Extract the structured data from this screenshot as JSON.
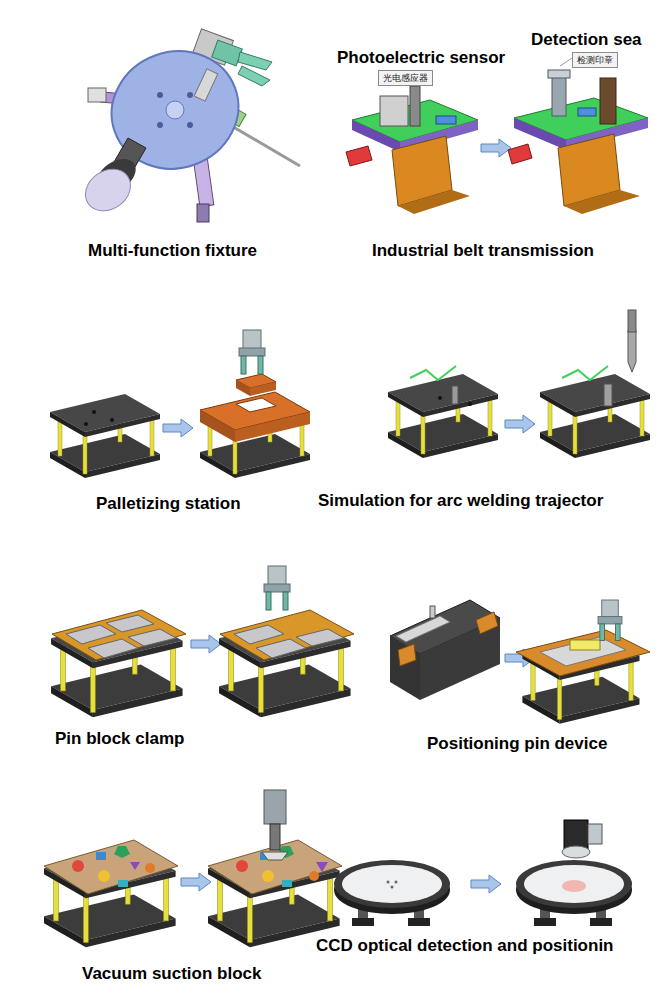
{
  "diagram": {
    "nodes": [
      {
        "text": [
          "光电感应器"
        ]
      },
      {
        "text": [
          "检测印章"
        ]
      }
    ],
    "labels": [
      "Photoelectric sensor",
      "Detection sea",
      "Multi-function fixture",
      "Industrial belt transmission",
      "Palletizing station",
      "Simulation for arc welding trajector",
      "Pin block clamp",
      "Positioning pin device",
      "Vacuum suction block",
      "CCD optical detection and positionin"
    ]
  }
}
